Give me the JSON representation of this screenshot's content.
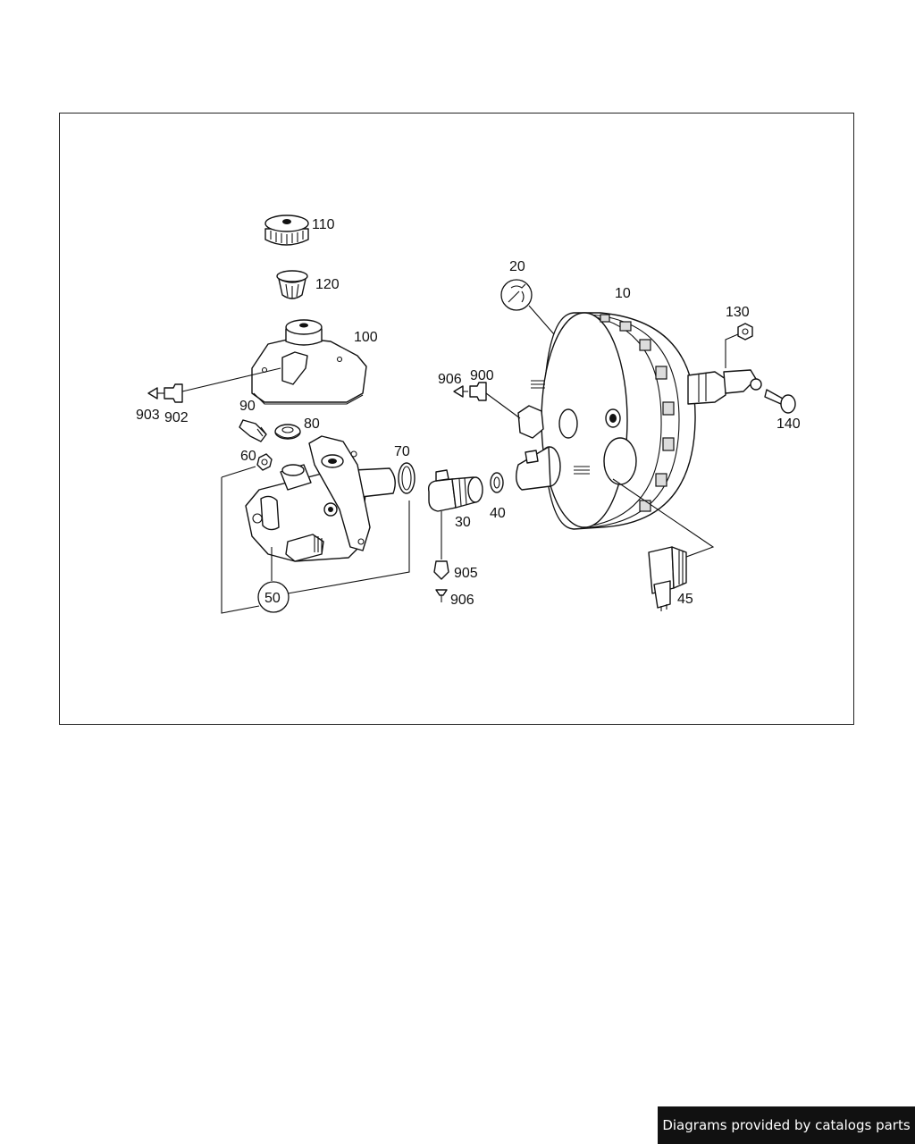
{
  "footer": {
    "credit": "Diagrams provided by catalogs parts"
  },
  "callouts": {
    "c110": "110",
    "c120": "120",
    "c100": "100",
    "c903": "903",
    "c902": "902",
    "c90": "90",
    "c80": "80",
    "c60": "60",
    "c70": "70",
    "c50": "50",
    "c20": "20",
    "c10": "10",
    "c130": "130",
    "c140": "140",
    "c906a": "906",
    "c900": "900",
    "c30": "30",
    "c40": "40",
    "c905": "905",
    "c906b": "906",
    "c45": "45"
  }
}
